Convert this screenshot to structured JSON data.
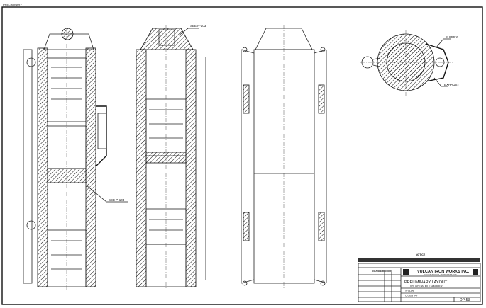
{
  "header": {
    "stamp": "PRELIMINARY"
  },
  "callouts": {
    "see_left": "SEE P-103",
    "see_top": "SEE P-103",
    "supply": "SUPPLY",
    "exhaust": "EXHAUST"
  },
  "notes": {
    "title": "NOTICE"
  },
  "title_block": {
    "company": "VULCAN IRON WORKS INC.",
    "location": "CHATTANOOGA, TENNESSEE, U.S.A.",
    "title": "PRELIMINARY LAYOUT",
    "subtitle": "020 OCEAN PILE HAMMER",
    "date": "2-18-65",
    "drawn_by": "C.GENTRY",
    "drawing_no": "DP-53",
    "change_record": "CHANGE RECORD"
  }
}
